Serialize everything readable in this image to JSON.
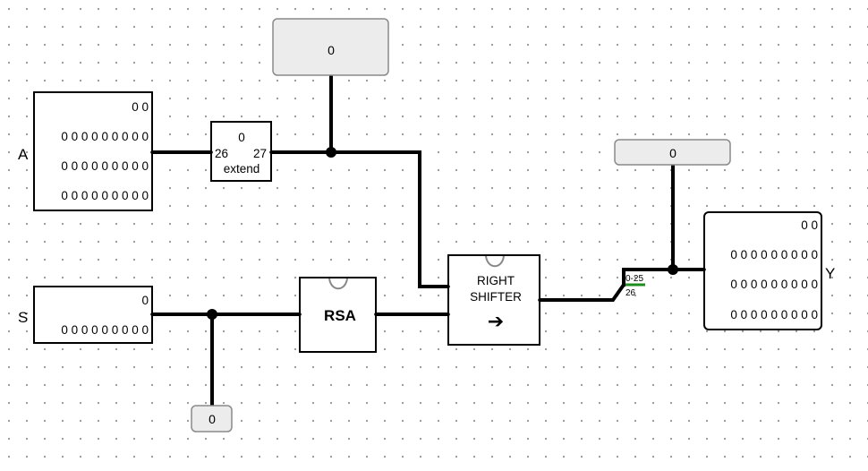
{
  "pins": {
    "A": {
      "label": "A",
      "rows": [
        "0 0",
        "0 0 0 0 0 0 0 0 0",
        "0 0 0 0 0 0 0 0 0",
        "0 0 0 0 0 0 0 0 0"
      ]
    },
    "S": {
      "label": "S",
      "rows": [
        "0",
        "0 0 0 0 0 0 0 0 0"
      ]
    },
    "Y": {
      "label": "Y",
      "rows": [
        "0 0",
        "0 0 0 0 0 0 0 0 0",
        "0 0 0 0 0 0 0 0 0",
        "0 0 0 0 0 0 0 0 0"
      ]
    }
  },
  "constants": {
    "top": "0",
    "right": "0",
    "bottom": "0"
  },
  "extender": {
    "value": "0",
    "in_width": "26",
    "out_width": "27",
    "label": "extend"
  },
  "rsa": {
    "label": "RSA"
  },
  "shifter": {
    "line1": "RIGHT",
    "line2": "SHIFTER",
    "arrow": "➔"
  },
  "splitter": {
    "range": "0-25",
    "bit": "26",
    "accent": "#1e8c1e"
  },
  "colors": {
    "wire": "#000000",
    "const_fill": "#ececec",
    "const_stroke": "#888888"
  }
}
